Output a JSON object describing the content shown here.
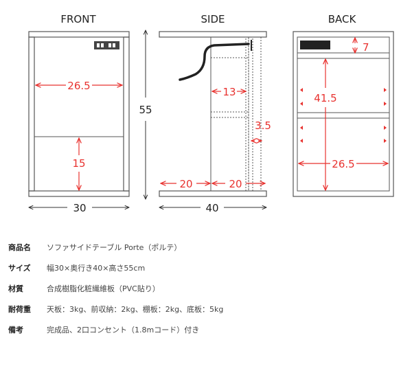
{
  "views": {
    "front_title": "FRONT",
    "side_title": "SIDE",
    "back_title": "BACK"
  },
  "dimensions": {
    "front_inner_width": "26.5",
    "front_lower_height": "15",
    "front_total_width": "30",
    "total_height": "55",
    "side_shelf_depth": "13",
    "side_gap": "3.5",
    "side_bottom_left": "20",
    "side_bottom_right": "20",
    "side_total_depth": "40",
    "back_top_opening": "7",
    "back_inner_height": "41.5",
    "back_inner_width": "26.5"
  },
  "colors": {
    "dimension_red": "#e8322f",
    "outline": "#555555"
  },
  "specs": [
    {
      "label": "商品名",
      "value": "ソファサイドテーブル Porte（ポルテ）"
    },
    {
      "label": "サイズ",
      "value": "幅30×奥行き40×高さ55cm"
    },
    {
      "label": "材質",
      "value": "合成樹脂化粧繊維板（PVC貼り）"
    },
    {
      "label": "耐荷重",
      "value": "天板：3kg、前収納：2kg、棚板：2kg、底板：5kg"
    },
    {
      "label": "備考",
      "value": "完成品、2口コンセント（1.8mコード）付き"
    }
  ]
}
